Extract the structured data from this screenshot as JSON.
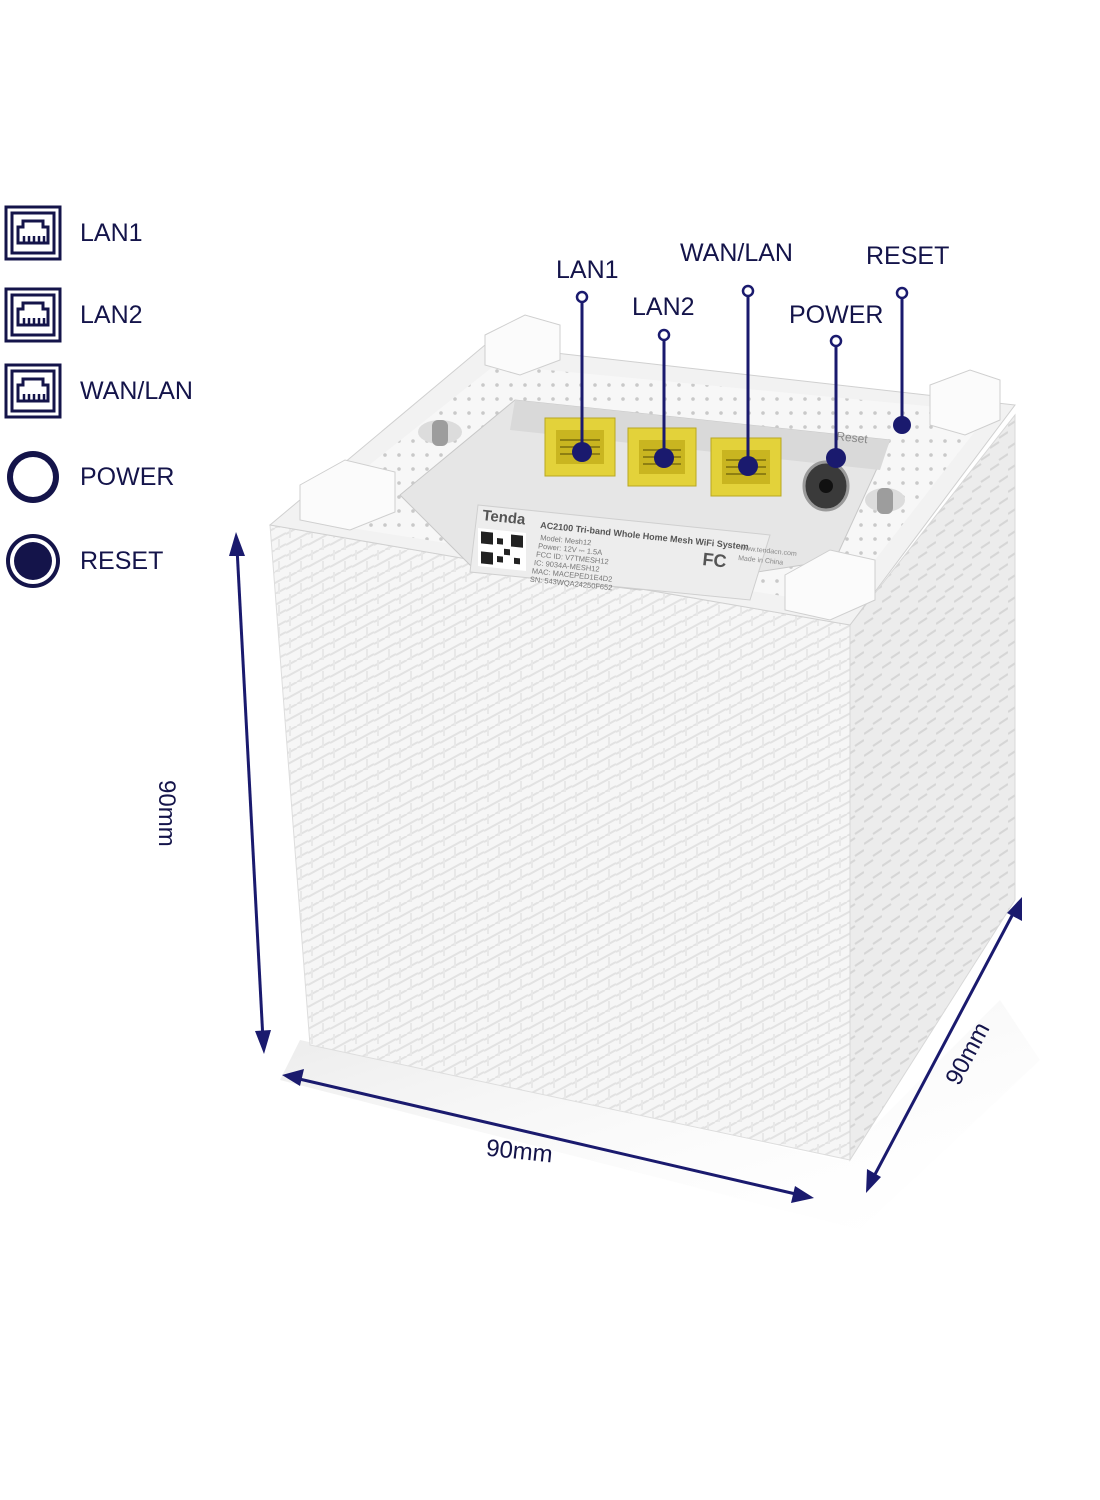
{
  "legend": [
    {
      "label": "LAN1",
      "icon": "ethernet-port-icon"
    },
    {
      "label": "LAN2",
      "icon": "ethernet-port-icon"
    },
    {
      "label": "WAN/LAN",
      "icon": "ethernet-port-icon"
    },
    {
      "label": "POWER",
      "icon": "power-port-ring-icon"
    },
    {
      "label": "RESET",
      "icon": "reset-button-dot-icon"
    }
  ],
  "ports": {
    "lan1": "LAN1",
    "lan2": "LAN2",
    "wan_lan": "WAN/LAN",
    "power": "POWER",
    "reset": "RESET"
  },
  "dimensions": {
    "height": "90mm",
    "width": "90mm",
    "depth": "90mm"
  },
  "device_label": {
    "brand": "Tenda",
    "product": "AC2100 Tri-band Whole Home Mesh WiFi System",
    "lines": [
      "Model: Mesh12",
      "Power: 12V ⎓ 1.5A",
      "FCC ID: V7TMESH12",
      "IC: 9034A-MESH12",
      "MAC: MACEPED1E4D2",
      "SN: 543WQA24250F652"
    ],
    "site": "www.tendacn.com",
    "made": "Made in China",
    "fcc": "FC",
    "reset_text": "Reset"
  },
  "colors": {
    "accent": "#1a1a6e",
    "port_yellow": "#e3d23a",
    "device_white": "#f4f4f4"
  }
}
